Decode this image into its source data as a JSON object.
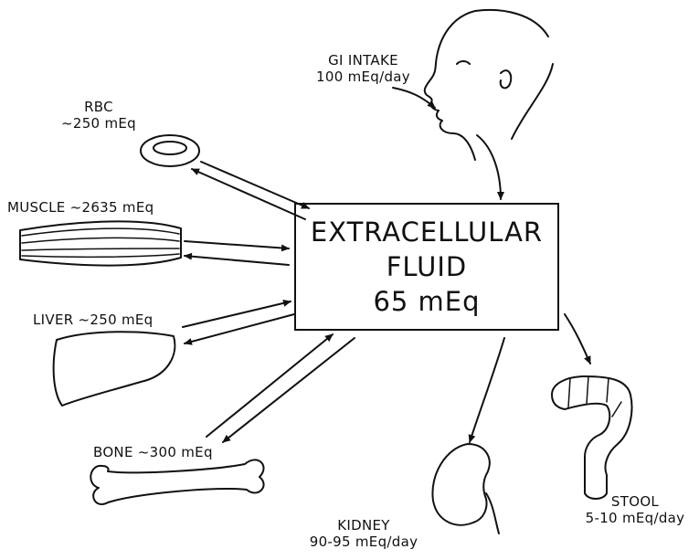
{
  "center": {
    "line1": "EXTRACELLULAR",
    "line2": "FLUID",
    "line3": "65 mEq"
  },
  "gi_intake": {
    "name": "GI INTAKE",
    "amount": "100 mEq/day"
  },
  "rbc": {
    "name": "RBC",
    "amount": "~250 mEq"
  },
  "muscle": {
    "label": "MUSCLE ~2635 mEq"
  },
  "liver": {
    "label": "LIVER ~250 mEq"
  },
  "bone": {
    "label": "BONE ~300 mEq"
  },
  "kidney": {
    "name": "KIDNEY",
    "amount": "90-95 mEq/day"
  },
  "stool": {
    "name": "STOOL",
    "amount": "5-10 mEq/day"
  },
  "colors": {
    "ink": "#111111",
    "background": "#ffffff"
  }
}
